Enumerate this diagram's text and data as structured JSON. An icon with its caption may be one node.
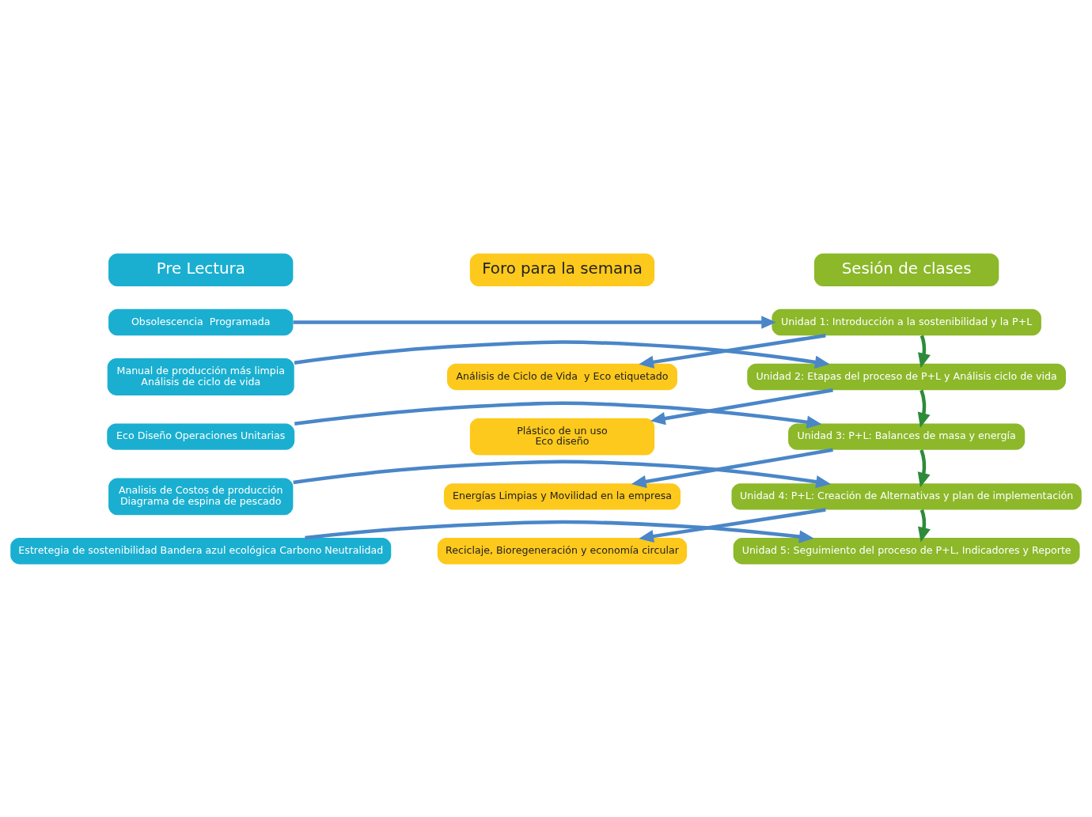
{
  "diagram": {
    "nodes": [
      {
        "text": [
          "Pre Lectura"
        ]
      },
      {
        "text": [
          "Sesión de clases"
        ]
      },
      {
        "text": [
          "Foro para la semana"
        ]
      },
      {
        "text": [
          "Obsolescencia  Programada"
        ]
      },
      {
        "text": [
          "Manual de producción más limpia",
          "Análisis de ciclo de vida"
        ]
      },
      {
        "text": [
          "Eco Diseño Operaciones Unitarias"
        ]
      },
      {
        "text": [
          "Analisis de Costos de producción",
          "Diagrama de espina de pescado"
        ]
      },
      {
        "text": [
          "Estretegia de sostenibilidad Bandera azul ecológica Carbono Neutralidad"
        ]
      },
      {
        "text": [
          "Unidad 1: Introducción a la sostenibilidad y la P+L"
        ]
      },
      {
        "text": [
          "Unidad 2: Etapas del proceso de P+L y Análisis ciclo de vida"
        ]
      },
      {
        "text": [
          "Unidad 3: P+L: Balances de masa y energía"
        ]
      },
      {
        "text": [
          "Unidad 4: P+L: Creación de Alternativas y plan de implementación"
        ]
      },
      {
        "text": [
          "Unidad 5: Seguimiento del proceso de P+L, Indicadores y Reporte"
        ]
      },
      {
        "text": [
          "Análisis de Ciclo de Vida  y Eco etiquetado"
        ]
      },
      {
        "text": [
          "Plástico de un uso",
          "Eco diseño"
        ]
      },
      {
        "text": [
          "Energías Limpias y Movilidad en la empresa"
        ]
      },
      {
        "text": [
          "Reciclaje, Bioregeneración y economía circular"
        ]
      }
    ],
    "edges": [
      {
        "from": 3,
        "to": 8,
        "arrow": "to"
      },
      {
        "from": 8,
        "to": 13,
        "arrow": "to"
      },
      {
        "from": 8,
        "to": 9,
        "arrow": "to",
        "color": "#2e8b3a"
      },
      {
        "from": 4,
        "to": 9,
        "arrow": "to"
      },
      {
        "from": 9,
        "to": 14,
        "arrow": "to"
      },
      {
        "from": 9,
        "to": 10,
        "arrow": "to",
        "color": "#2e8b3a"
      },
      {
        "from": 5,
        "to": 10,
        "arrow": "to"
      },
      {
        "from": 10,
        "to": 15,
        "arrow": "to"
      },
      {
        "from": 10,
        "to": 11,
        "arrow": "to",
        "color": "#2e8b3a"
      },
      {
        "from": 6,
        "to": 11,
        "arrow": "to"
      },
      {
        "from": 11,
        "to": 16,
        "arrow": "to"
      },
      {
        "from": 11,
        "to": 12,
        "arrow": "to",
        "color": "#2e8b3a"
      },
      {
        "from": 7,
        "to": 12,
        "arrow": "to"
      }
    ]
  }
}
